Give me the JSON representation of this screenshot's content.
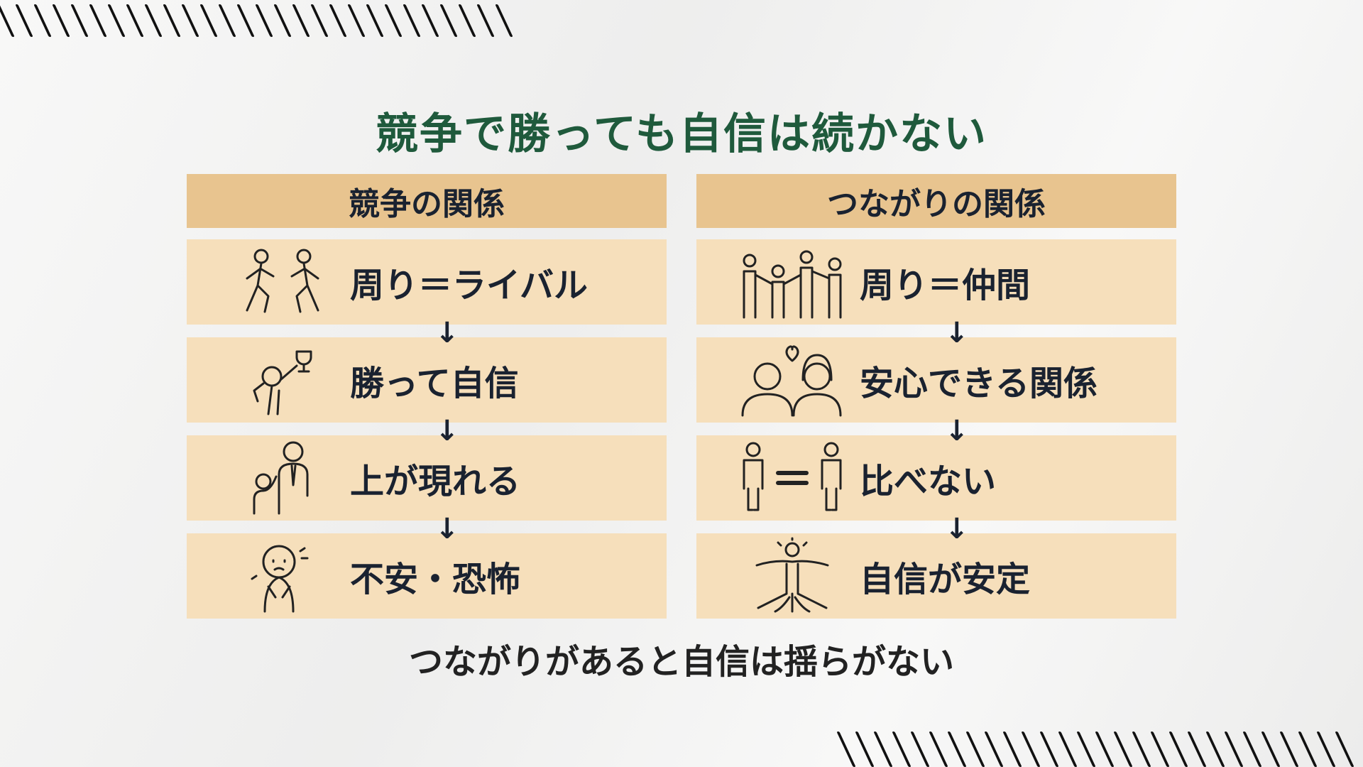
{
  "title": "競争で勝っても自信は続かない",
  "left": {
    "header": "競争の関係",
    "rows": [
      {
        "label": "周り＝ライバル",
        "icon": "running-people-icon"
      },
      {
        "label": "勝って自信",
        "icon": "trophy-winner-icon"
      },
      {
        "label": "上が現れる",
        "icon": "taller-person-icon"
      },
      {
        "label": "不安・恐怖",
        "icon": "anxious-person-icon"
      }
    ]
  },
  "right": {
    "header": "つながりの関係",
    "rows": [
      {
        "label": "周り＝仲間",
        "icon": "group-holding-hands-icon"
      },
      {
        "label": "安心できる関係",
        "icon": "couple-heart-icon"
      },
      {
        "label": "比べない",
        "icon": "equal-people-icon"
      },
      {
        "label": "自信が安定",
        "icon": "rooted-person-icon"
      }
    ]
  },
  "arrow": "↓",
  "bottom_text": "つながりがあると自信は揺らがない",
  "colors": {
    "title": "#1f5a3c",
    "header_bg": "#e8c48f",
    "row_bg": "#f6dfbb",
    "text": "#1a2230"
  }
}
